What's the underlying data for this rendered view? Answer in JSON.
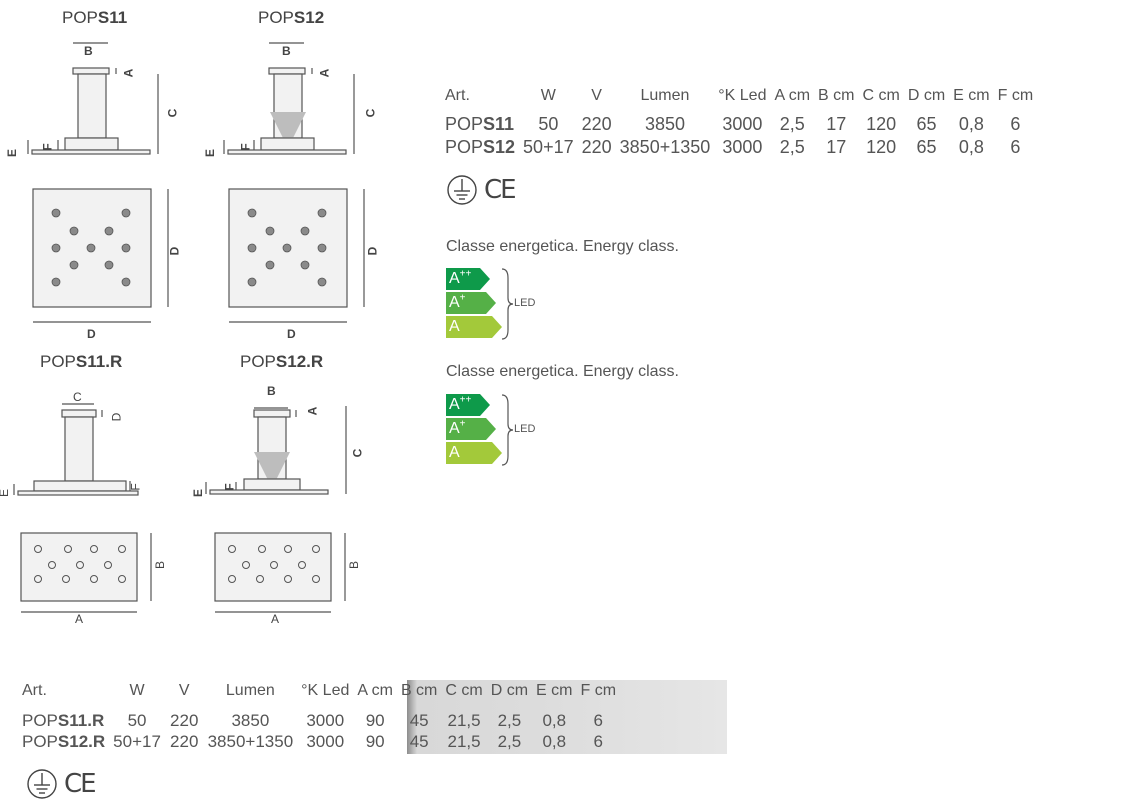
{
  "models_top": {
    "s11_title": {
      "prefix": "POP",
      "suffix": "S11"
    },
    "s12_title": {
      "prefix": "POP",
      "suffix": "S12"
    },
    "s11r_title": {
      "prefix": "POP",
      "suffix": "S11.R"
    },
    "s12r_title": {
      "prefix": "POP",
      "suffix": "S12.R"
    }
  },
  "dim_labels": {
    "A": "A",
    "B": "B",
    "C": "C",
    "D": "D",
    "E": "E",
    "F": "F"
  },
  "spec_table_top": {
    "headers": [
      "Art.",
      "W",
      "V",
      "Lumen",
      "°K Led",
      "A cm",
      "B cm",
      "C cm",
      "D cm",
      "E cm",
      "F cm"
    ],
    "rows": [
      {
        "prefix": "POP",
        "suffix": "S11",
        "cells": [
          "50",
          "220",
          "3850",
          "3000",
          "2,5",
          "17",
          "120",
          "65",
          "0,8",
          "6"
        ]
      },
      {
        "prefix": "POP",
        "suffix": "S12",
        "cells": [
          "50+17",
          "220",
          "3850+1350",
          "3000",
          "2,5",
          "17",
          "120",
          "65",
          "0,8",
          "6"
        ]
      }
    ]
  },
  "spec_table_bottom": {
    "headers": [
      "Art.",
      "W",
      "V",
      "Lumen",
      "°K Led",
      "A cm",
      "B cm",
      "C cm",
      "D cm",
      "E cm",
      "F cm"
    ],
    "rows": [
      {
        "prefix": "POP",
        "suffix": "S11.R",
        "cells": [
          "50",
          "220",
          "3850",
          "3000",
          "90",
          "45",
          "21,5",
          "2,5",
          "0,8",
          "6"
        ]
      },
      {
        "prefix": "POP",
        "suffix": "S12.R",
        "cells": [
          "50+17",
          "220",
          "3850+1350",
          "3000",
          "90",
          "45",
          "21,5",
          "2,5",
          "0,8",
          "6"
        ]
      }
    ]
  },
  "energy": {
    "title_1": "Classe energetica. Energy class.",
    "title_2": "Classe energetica. Energy class.",
    "classes": [
      {
        "base": "A",
        "sup": "++",
        "color": "#0e9a4a"
      },
      {
        "base": "A",
        "sup": "+",
        "color": "#55b047"
      },
      {
        "base": "A",
        "sup": "",
        "color": "#a3c93a"
      }
    ],
    "led_label": "LED"
  },
  "marks": {
    "ground_icon": "ground-icon",
    "ce_label": "CE"
  }
}
